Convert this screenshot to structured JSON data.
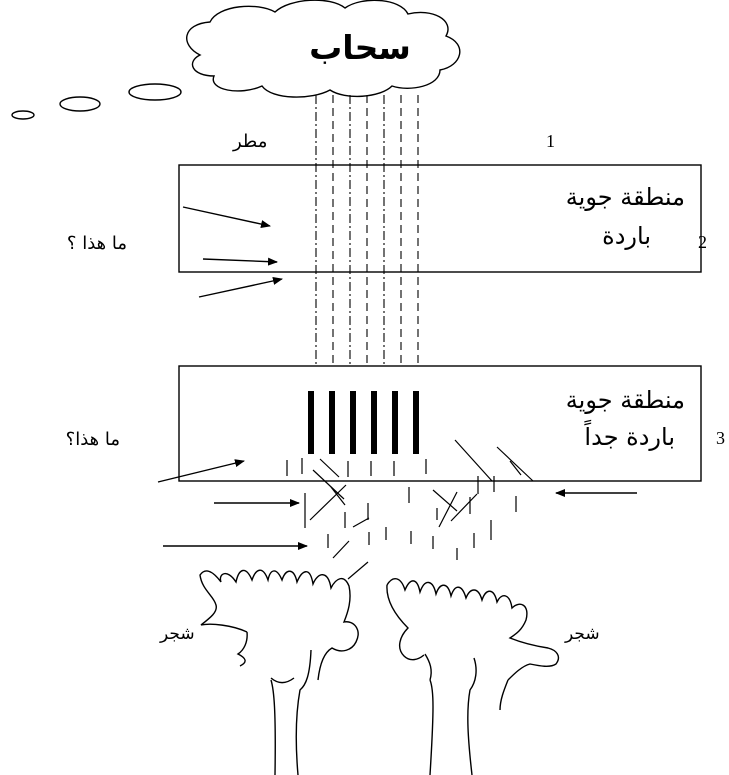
{
  "cloud": {
    "label": "سحاب"
  },
  "rain": {
    "label": "مطر"
  },
  "zones": [
    {
      "number": "1"
    },
    {
      "number": "2",
      "line1": "منطقة جوية",
      "line2": "باردة",
      "question": "ما هذا ؟"
    },
    {
      "number": "3",
      "line1": "منطقة جوية",
      "line2": "باردة جداً",
      "question": "ما هذا؟"
    }
  ],
  "trees": [
    {
      "label": "شجر"
    },
    {
      "label": "شجر"
    }
  ]
}
